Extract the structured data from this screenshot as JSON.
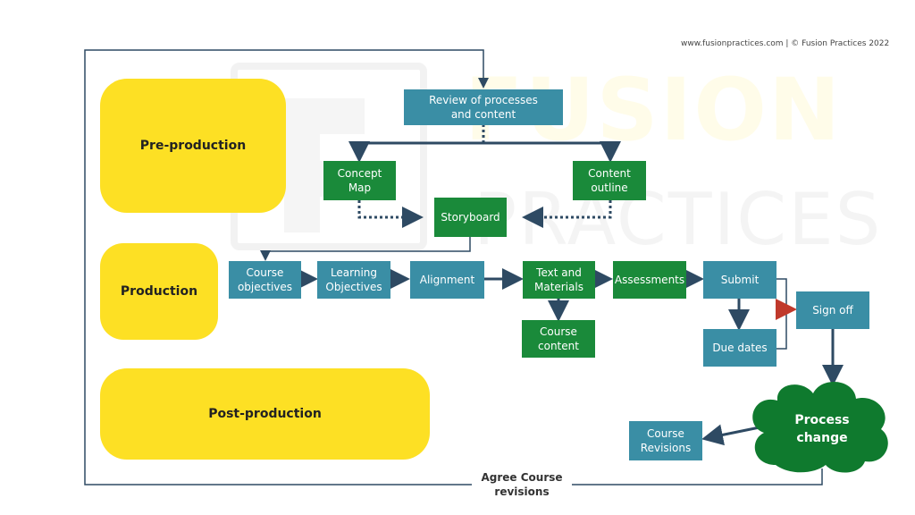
{
  "credit": "www.fusionpractices.com  |  © Fusion Practices 2022",
  "watermark": {
    "line1": "FUSION",
    "line2": "PRACTICES"
  },
  "phases": {
    "pre": "Pre-production",
    "production": "Production",
    "post": "Post-production"
  },
  "nodes": {
    "review": "Review of processes\nand content",
    "concept_map": "Concept\nMap",
    "content_outline": "Content\noutline",
    "storyboard": "Storyboard",
    "course_objectives": "Course\nobjectives",
    "learning_objectives": "Learning\nObjectives",
    "alignment": "Alignment",
    "text_materials": "Text and\nMaterials",
    "assessments": "Assessments",
    "submit": "Submit",
    "sign_off": "Sign off",
    "course_content": "Course\ncontent",
    "due_dates": "Due dates",
    "process_change": "Process\nchange",
    "course_revisions": "Course\nRevisions"
  },
  "loop_label": "Agree Course\nrevisions",
  "colors": {
    "phase_yellow": "#fde024",
    "node_blue": "#3a8ea5",
    "node_green": "#1a8a3a",
    "cloud_green": "#0f7a2e",
    "arrow_navy": "#2e4a63",
    "arrow_red": "#c0392b"
  }
}
